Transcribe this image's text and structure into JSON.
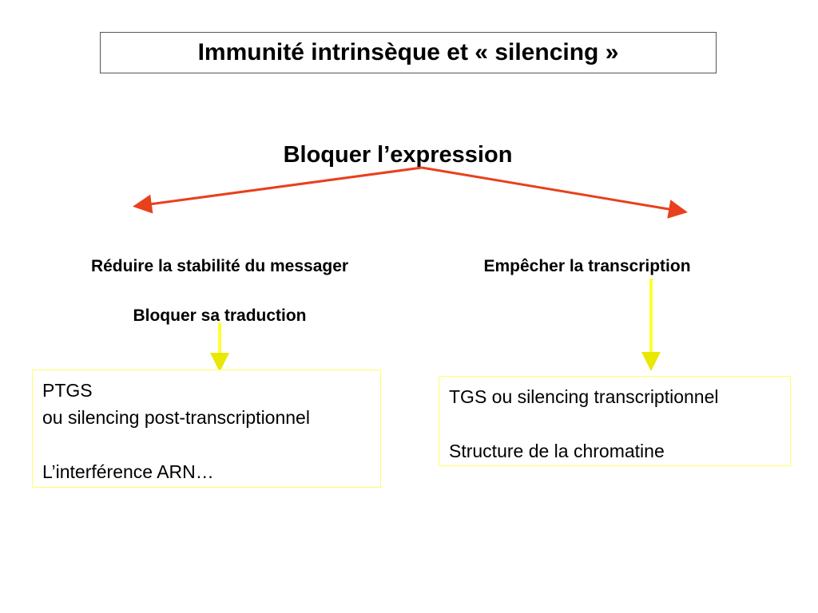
{
  "slide": {
    "title": "Immunité intrinsèque et « silencing »"
  },
  "diagram": {
    "central": "Bloquer l’expression",
    "left_branch": {
      "line1": "Réduire la stabilité du messager",
      "line2": "Bloquer sa traduction"
    },
    "right_branch": {
      "label": "Empêcher la transcription"
    },
    "left_box": {
      "line1": "PTGS",
      "line2": "ou silencing post-transcriptionnel",
      "line3": "L’interférence ARN…"
    },
    "right_box": {
      "line1": "TGS ou silencing transcriptionnel",
      "line2": "Structure de la chromatine"
    },
    "colors": {
      "branch_arrow": "#e8401c",
      "down_arrow": "#ffff33",
      "box_border": "#ffff66"
    }
  }
}
